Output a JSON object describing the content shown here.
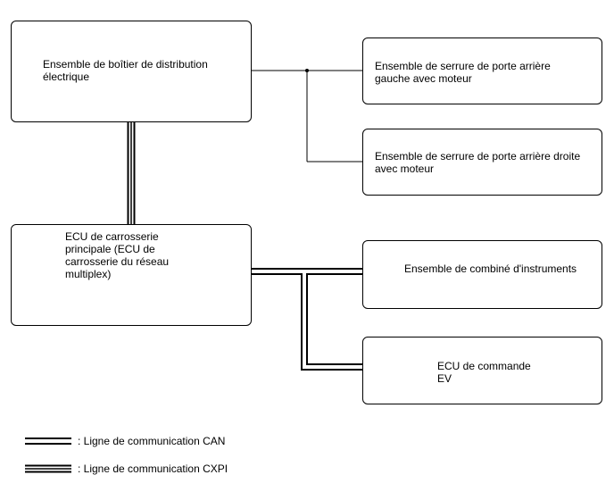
{
  "diagram": {
    "boxes": {
      "distribution_box": "Ensemble de boîtier de distribution électrique",
      "rear_left_lock": "Ensemble de serrure de porte arrière\ngauche avec moteur",
      "rear_right_lock": "Ensemble de serrure de porte arrière droite\navec moteur",
      "main_body_ecu": "ECU de carrosserie\nprincipale (ECU de\ncarrosserie du réseau\nmultiplex)",
      "combination_meter": "Ensemble de combiné d'instruments",
      "ev_control_ecu": "ECU de commande\nEV"
    },
    "legend": {
      "can_label": ": Ligne de communication CAN",
      "cxpi_label": ": Ligne de communication CXPI"
    }
  }
}
